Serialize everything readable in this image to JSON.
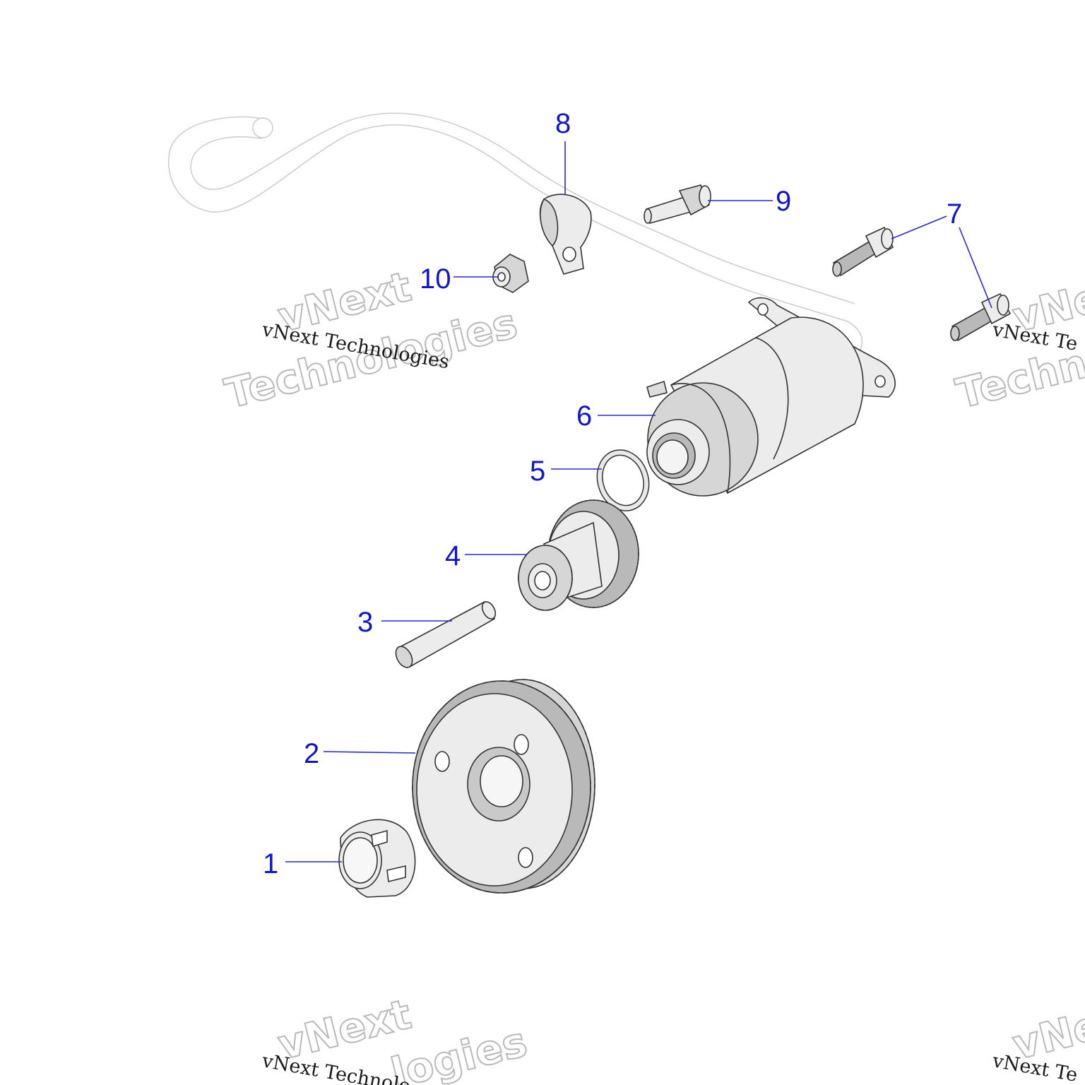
{
  "diagram": {
    "callouts": [
      {
        "id": "1",
        "label": "1"
      },
      {
        "id": "2",
        "label": "2"
      },
      {
        "id": "3",
        "label": "3"
      },
      {
        "id": "4",
        "label": "4"
      },
      {
        "id": "5",
        "label": "5"
      },
      {
        "id": "6",
        "label": "6"
      },
      {
        "id": "7",
        "label": "7"
      },
      {
        "id": "8",
        "label": "8"
      },
      {
        "id": "9",
        "label": "9"
      },
      {
        "id": "10",
        "label": "10"
      }
    ],
    "watermark": {
      "line1": "vNext",
      "line2": "Technologies",
      "mono": "vNext Technologies",
      "partial_right_top": "vNe",
      "partial_right_mono": "vNext Te",
      "partial_right_tech": "Technolo",
      "partial_bottom_mono": "vNext Technolo",
      "partial_bottom_large": "logies",
      "partial_bottom_right_mono": "vNext Te",
      "partial_bottom_right_large": "vNe"
    },
    "colors": {
      "callout": "#1414c8",
      "leader": "#2a2ad0",
      "part_stroke": "#333333",
      "watermark_outline": "#b9b9b9"
    }
  }
}
